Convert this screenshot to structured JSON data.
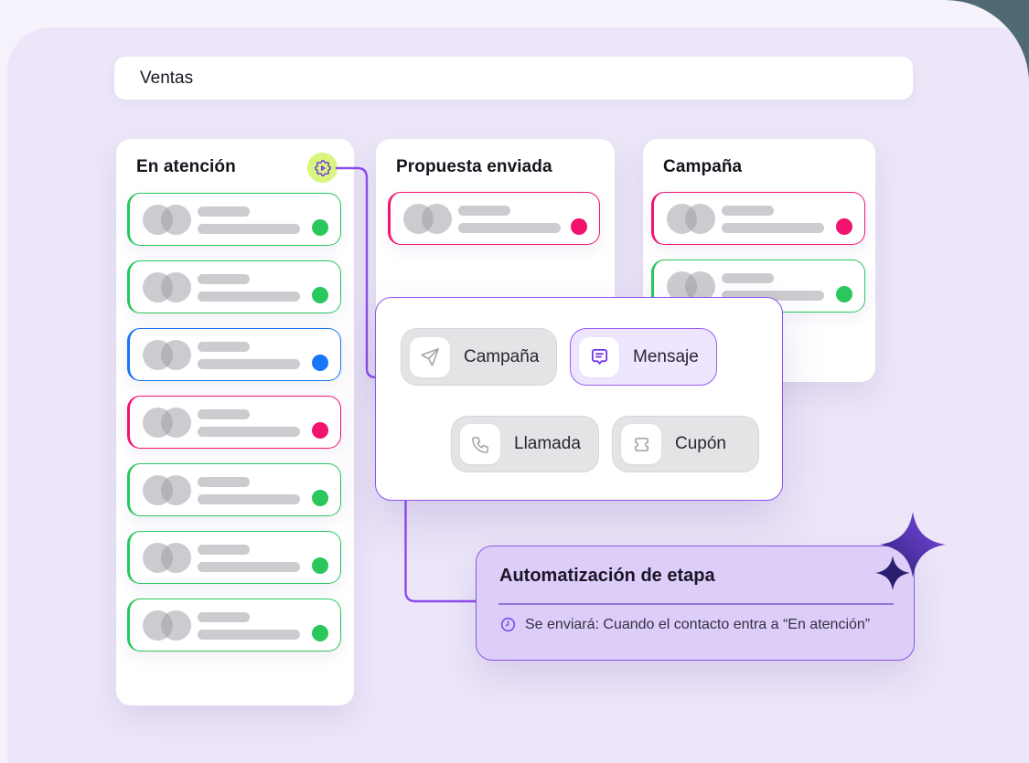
{
  "page": {
    "title_bar": "Ventas"
  },
  "board": {
    "columns": [
      {
        "name": "En atención",
        "has_automation_icon": true,
        "cards": [
          {
            "color": "green"
          },
          {
            "color": "green"
          },
          {
            "color": "blue"
          },
          {
            "color": "pink"
          },
          {
            "color": "green"
          },
          {
            "color": "green"
          },
          {
            "color": "green"
          }
        ]
      },
      {
        "name": "Propuesta enviada",
        "has_automation_icon": false,
        "cards": [
          {
            "color": "pink"
          }
        ]
      },
      {
        "name": "Campaña",
        "has_automation_icon": false,
        "cards": [
          {
            "color": "pink"
          },
          {
            "color": "green"
          }
        ]
      }
    ]
  },
  "popup": {
    "actions": [
      {
        "label": "Campaña",
        "icon": "send-icon",
        "selected": false
      },
      {
        "label": "Mensaje",
        "icon": "message-icon",
        "selected": true
      },
      {
        "label": "Llamada",
        "icon": "phone-icon",
        "selected": false
      },
      {
        "label": "Cupón",
        "icon": "ticket-icon",
        "selected": false
      }
    ]
  },
  "automation_panel": {
    "title": "Automatización de etapa",
    "trigger_text": "Se enviará: Cuando el contacto entra a “En atención”"
  },
  "colors": {
    "status": {
      "green": "#2ac75d",
      "blue": "#1677f6",
      "pink": "#f2136f"
    },
    "accent_purple": "#8a4bf0",
    "lime_badge": "#d9f57c",
    "panel_bg": "#dccef8",
    "canvas_bg": "#ece6f8",
    "outer_bg": "#f6f2fc",
    "corner_backdrop": "#4f6a72"
  }
}
